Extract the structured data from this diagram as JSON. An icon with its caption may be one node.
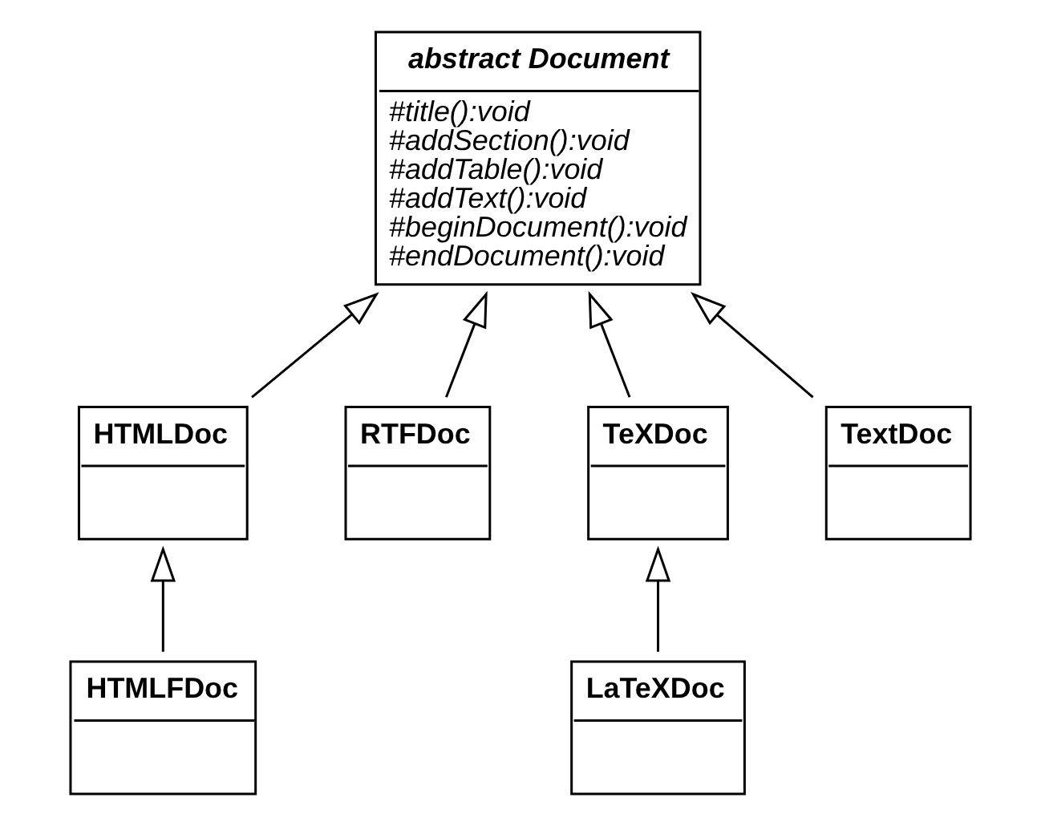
{
  "diagram": {
    "nodes": [
      {
        "text": [
          "abstract Document",
          "#title():void",
          "#addSection():void",
          "#addTable():void",
          "#addText():void",
          "#beginDocument():void",
          "#endDocument():void"
        ]
      },
      {
        "text": [
          "HTMLDoc"
        ]
      },
      {
        "text": [
          "RTFDoc"
        ]
      },
      {
        "text": [
          "TeXDoc"
        ]
      },
      {
        "text": [
          "TextDoc"
        ]
      },
      {
        "text": [
          "HTMLFDoc"
        ]
      },
      {
        "text": [
          "LaTeXDoc"
        ]
      }
    ],
    "edges": [
      {
        "from": 1,
        "to": 0,
        "arrow": "to"
      },
      {
        "from": 2,
        "to": 0,
        "arrow": "to"
      },
      {
        "from": 3,
        "to": 0,
        "arrow": "to"
      },
      {
        "from": 4,
        "to": 0,
        "arrow": "to"
      },
      {
        "from": 5,
        "to": 1,
        "arrow": "to"
      },
      {
        "from": 6,
        "to": 3,
        "arrow": "to"
      }
    ]
  }
}
